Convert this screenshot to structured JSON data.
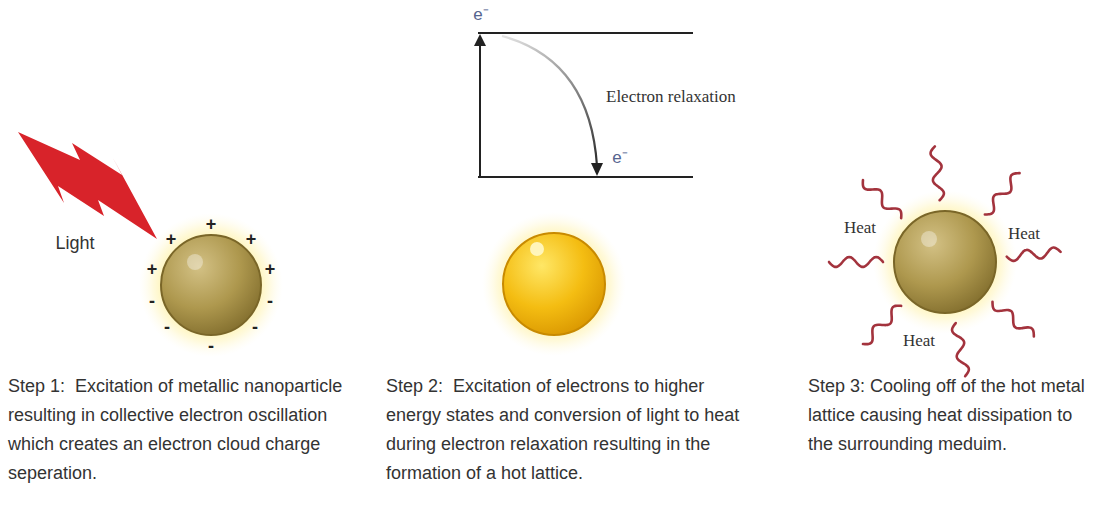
{
  "diagram": {
    "labels": [
      "Light",
      "+",
      "+",
      "+",
      "+",
      "+",
      "-",
      "-",
      "-",
      "-",
      "-",
      "e⁻",
      "Electron relaxation",
      "e⁻",
      "Heat",
      "Heat",
      "Heat",
      "Step 1:  Excitation of metallic nanoparticle resulting in collective electron oscillation which creates an electron cloud charge seperation.",
      "Step 2:  Excitation of electrons to higher energy states and conversion of light to heat during electron relaxation resulting in the formation of a hot lattice.",
      "Step 3: Cooling off of the hot metal lattice causing heat dissipation to the surrounding meduim."
    ]
  }
}
